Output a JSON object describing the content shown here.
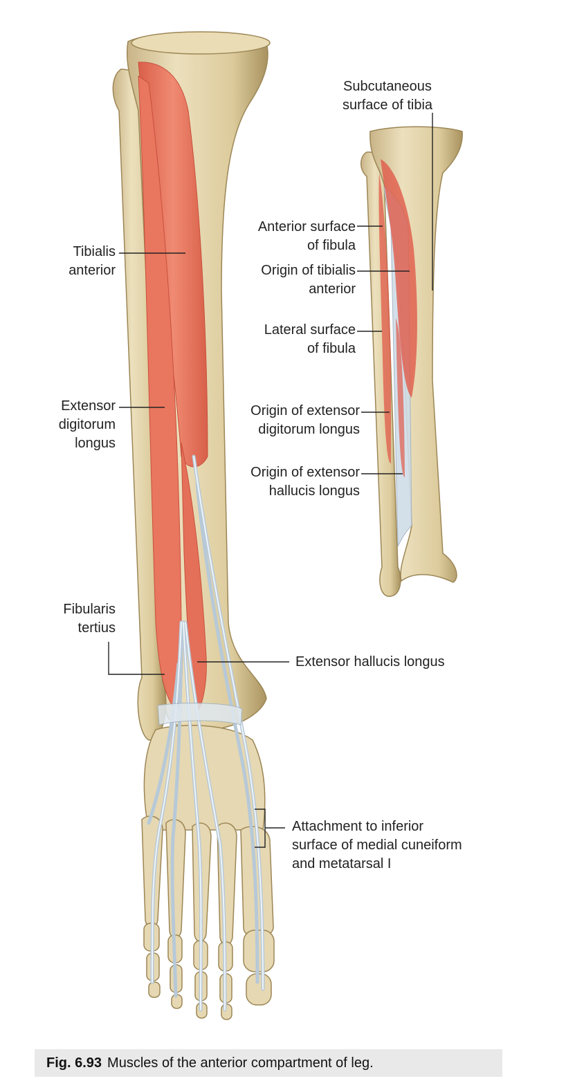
{
  "figure": {
    "labels": {
      "subcutaneous_surface": "Subcutaneous\nsurface of tibia",
      "tibialis_anterior": "Tibialis\nanterior",
      "anterior_surface_fibula": "Anterior surface\nof fibula",
      "origin_tibialis_anterior": "Origin of tibialis\nanterior",
      "lateral_surface_fibula": "Lateral surface\nof fibula",
      "extensor_digitorum_longus": "Extensor\ndigitorum\nlongus",
      "origin_edl": "Origin of extensor\ndigitorum longus",
      "origin_ehl": "Origin of extensor\nhallucis longus",
      "fibularis_tertius": "Fibularis\ntertius",
      "extensor_hallucis_longus": "Extensor hallucis longus",
      "attachment": "Attachment to inferior\nsurface of medial cuneiform\nand metatarsal I"
    }
  },
  "caption": {
    "number": "Fig. 6.93",
    "text": "Muscles of the anterior compartment of leg."
  },
  "colors": {
    "bone": "#e3d4aa",
    "bone_shadow": "#b9a477",
    "muscle": "#e8735c",
    "tendon": "#c9d9e6",
    "leader": "#222222",
    "caption_bg": "#e9e9e9"
  }
}
